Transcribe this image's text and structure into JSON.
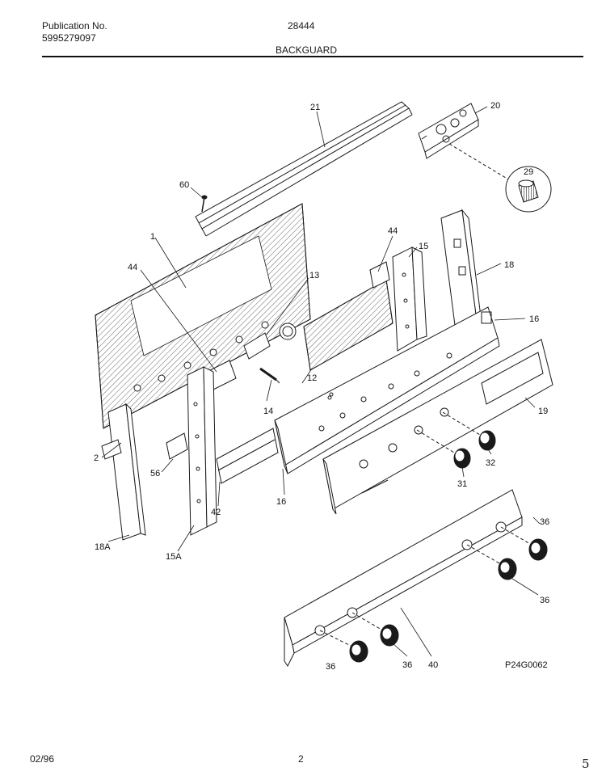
{
  "header": {
    "publication_label": "Publication No.",
    "publication_number": "5995279097",
    "model": "28444",
    "section": "BACKGUARD"
  },
  "callouts": {
    "c21": "21",
    "c20": "20",
    "c29": "29",
    "c60": "60",
    "c1": "1",
    "c44a": "44",
    "c44b": "44",
    "c15": "15",
    "c18": "18",
    "c13": "13",
    "c16a": "16",
    "c16b": "16",
    "c12": "12",
    "c14": "14",
    "c19": "19",
    "c2": "2",
    "c56": "56",
    "c32": "32",
    "c31": "31",
    "c42": "42",
    "c18A": "18A",
    "c15A": "15A",
    "c36a": "36",
    "c36b": "36",
    "c36c": "36",
    "c36d": "36",
    "c40": "40"
  },
  "drawing_code": "P24G0062",
  "footer": {
    "date": "02/96",
    "page": "2",
    "corner_mark": "5"
  },
  "colors": {
    "ink": "#1a1a1a",
    "paper": "#ffffff",
    "hatch": "#555555"
  }
}
